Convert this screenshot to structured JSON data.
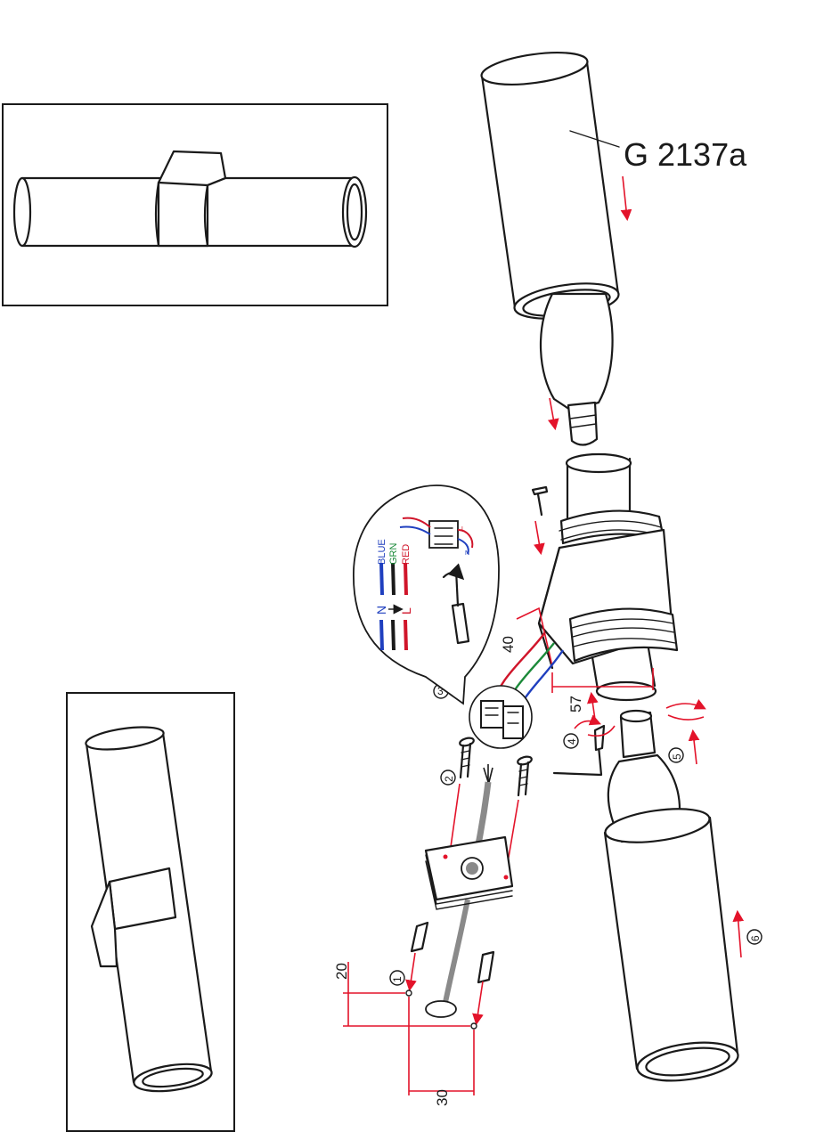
{
  "model_label": "G 2137a",
  "wire_labels": [
    "BLUE",
    "GRN",
    "RED"
  ],
  "terminal_labels": {
    "neutral": "N",
    "live": "L"
  },
  "terminal_block_marks": {
    "live": "L",
    "neutral": "N"
  },
  "dimensions": {
    "depth": "40",
    "length": "57",
    "vertical_spacing": "20",
    "horizontal_spacing": "30"
  },
  "steps": [
    "1",
    "2",
    "3",
    "4",
    "5",
    "6"
  ],
  "colors": {
    "arrow_red": "#e3132a",
    "wire_blue": "#1f3fbf",
    "wire_green": "#1c8a3a",
    "wire_red": "#d0152a",
    "ink": "#1a1a1a"
  }
}
